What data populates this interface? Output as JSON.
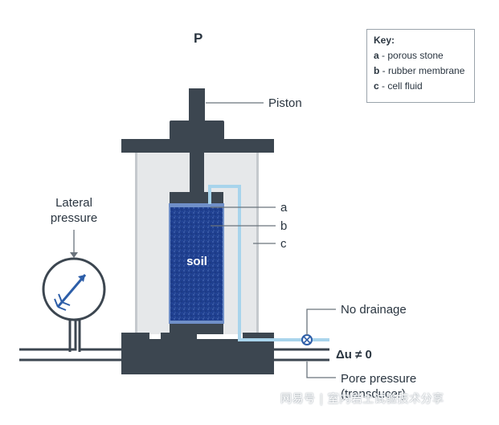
{
  "colors": {
    "steel": "#3c4650",
    "cell_wall": "#e6e8ea",
    "soil": "#1f3f8f",
    "soil_dark": "#1a3478",
    "drain_tube": "#a8d4ec",
    "ink": "#2a3540",
    "leader": "#6a737c"
  },
  "labels": {
    "load": "P",
    "piston": "Piston",
    "lateral_line1": "Lateral",
    "lateral_line2": "pressure",
    "a": "a",
    "b": "b",
    "c": "c",
    "soil": "soil",
    "no_drainage": "No drainage",
    "delta_u": "Δu ≠ 0",
    "pore_line1": "Pore pressure",
    "pore_line2": "(transducer)"
  },
  "key": {
    "title": "Key:",
    "items": [
      {
        "letter": "a",
        "text": " - porous stone"
      },
      {
        "letter": "b",
        "text": " - rubber membrane"
      },
      {
        "letter": "c",
        "text": " - cell fluid"
      }
    ]
  },
  "watermark": "网易号 | 室内岩土试验技术分享"
}
